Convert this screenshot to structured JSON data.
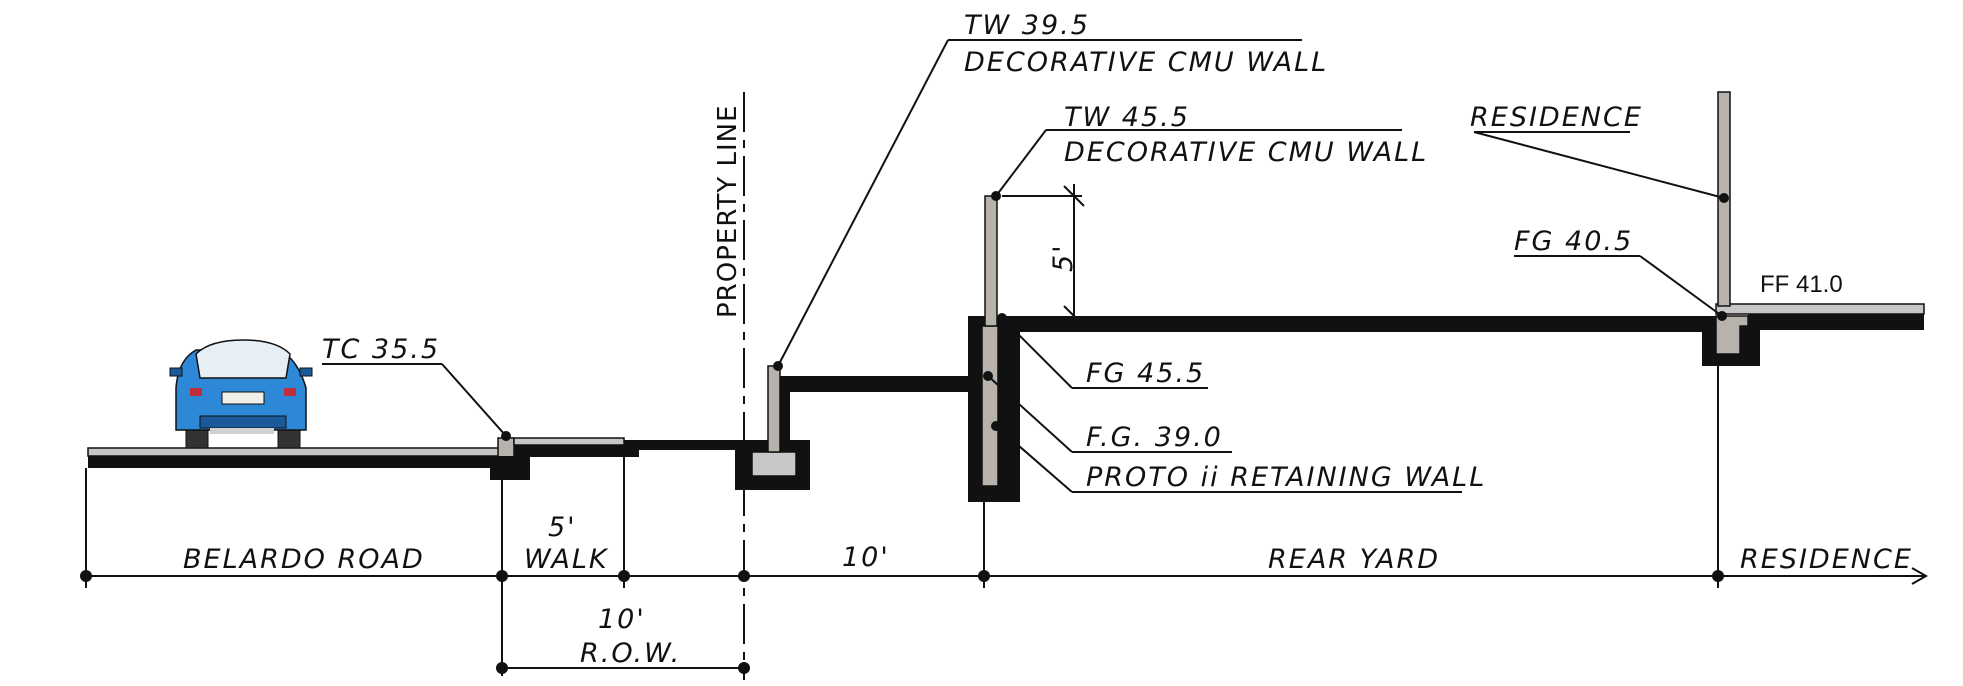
{
  "labels": {
    "tw_top": "TW  39.5",
    "cmu_top": "DECORATIVE  CMU  WALL",
    "tw_mid": "TW  45.5",
    "cmu_mid": "DECORATIVE  CMU  WALL",
    "residence_callout": "RESIDENCE",
    "fg_405": "FG  40.5",
    "ff": "FF 41.0",
    "property_line": "PROPERTY LINE",
    "tc": "TC  35.5",
    "wall_height": "5'",
    "fg_455": "FG  45.5",
    "fg_390": "F.G.  39.0",
    "retaining_wall": "PROTO  ii  RETAINING  WALL",
    "walk_width": "5'",
    "walk": "WALK",
    "belardo_road": "BELARDO  ROAD",
    "ten_ft": "10'",
    "rear_yard": "REAR  YARD",
    "residence_bottom": "RESIDENCE",
    "row_width": "10'",
    "row": "R.O.W."
  },
  "colors": {
    "ink": "#111111",
    "wall_fill": "#b8b2ac",
    "footing_fill": "#c8c8c8",
    "car_body": "#2e88d8",
    "car_dark": "#1a5a9a"
  }
}
